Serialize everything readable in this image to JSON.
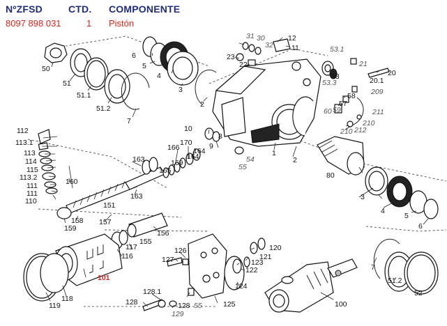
{
  "header": {
    "col_code": "NºZFSD",
    "col_qty": "CTD.",
    "col_part": "COMPONENTE",
    "row_code": "8097 898 031",
    "row_qty": "1",
    "row_part": "Pistón"
  },
  "labels": {
    "l50": "50",
    "l51": "51",
    "l511": "51.1",
    "l512": "51.2",
    "l6": "6",
    "l5": "5",
    "l4": "4",
    "l3": "3",
    "l7": "7",
    "l2": "2",
    "l1": "1",
    "l31": "31",
    "l30": "30",
    "l32": "32",
    "l12": "12",
    "l11": "11",
    "l23": "23",
    "l22": "22",
    "l531": "53.1",
    "l53": "53",
    "l533": "53.3",
    "l21": "21",
    "l20": "20",
    "l201": "20.1",
    "l209": "209",
    "l58": "58",
    "l57": "57",
    "l60": "60",
    "l59": "59",
    "l211": "211",
    "l210": "210",
    "l212": "212",
    "l112": "112",
    "l1131": "113.1",
    "l113": "113",
    "l114": "114",
    "l115": "115",
    "l1132": "113.2",
    "l111": "111",
    "l111b": "111",
    "l110": "110",
    "l160": "160",
    "l163": "163",
    "l163b": "163",
    "l166": "166",
    "l170": "170",
    "l10": "10",
    "l9": "9",
    "l8": "8",
    "l169": "169",
    "l164": "164",
    "l164b": "164",
    "l165": "165",
    "l54": "54",
    "l55": "55",
    "l80": "80",
    "l158": "158",
    "l159": "159",
    "l151": "151",
    "l157": "157",
    "l156": "156",
    "l155": "155",
    "l117": "117",
    "l116": "116",
    "l101": "101",
    "l118": "118",
    "l119": "119",
    "l127": "127",
    "l126": "126",
    "l1281": "128.1",
    "l128": "128",
    "l128b": "128",
    "l129": "129",
    "l55b": "55",
    "l125": "125",
    "l124": "124",
    "l120": "120",
    "l121": "121",
    "l123": "123",
    "l122": "122",
    "l100": "100",
    "r3": "3",
    "r4": "4",
    "r5": "5",
    "r6": "6",
    "r7": "7",
    "r512": "51.2",
    "r52": "52"
  }
}
